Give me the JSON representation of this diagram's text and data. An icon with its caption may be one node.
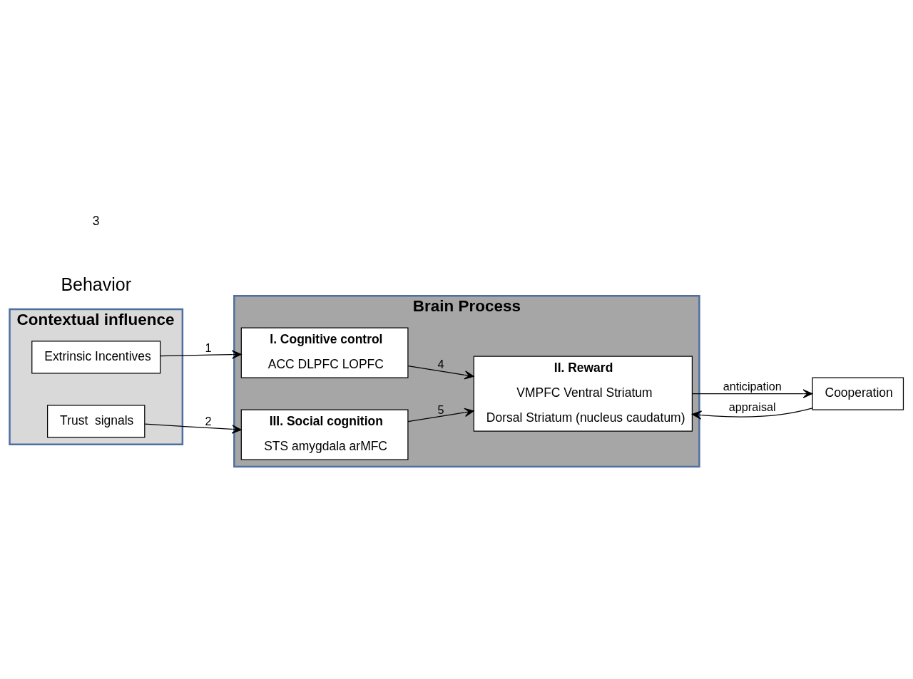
{
  "diagram": {
    "nodes": [
      {
        "text": [
          "Contextual influence"
        ]
      },
      {
        "text": [
          "Extrinsic Incentives"
        ],
        "in": 0
      },
      {
        "text": [
          "Trust  signals"
        ],
        "in": 0
      },
      {
        "text": [
          "Brain Process"
        ]
      },
      {
        "text": [
          "I. Cognitive control",
          "ACC DLPFC LOPFC"
        ],
        "in": 3
      },
      {
        "text": [
          "II. Reward",
          "VMPFC Ventral Striatum",
          "Dorsal Striatum (nucleus caudatum)"
        ],
        "in": 3
      },
      {
        "text": [
          "III. Social cognition",
          "STS amygdala arMFC"
        ],
        "in": 3
      },
      {
        "text": [
          "Cooperation"
        ]
      }
    ],
    "edges": [
      {
        "from": 1,
        "to": 4,
        "arrow": "to",
        "label": "1"
      },
      {
        "from": 2,
        "to": 6,
        "arrow": "to",
        "label": "2"
      },
      {
        "from": 4,
        "to": 5,
        "arrow": "to",
        "label": "4"
      },
      {
        "from": 6,
        "to": 5,
        "arrow": "to",
        "label": "5"
      },
      {
        "from": 5,
        "to": 7,
        "arrow": "to",
        "label": "anticipation"
      },
      {
        "from": 7,
        "to": 5,
        "arrow": "to",
        "label": "appraisal"
      }
    ],
    "labels": [
      "Behavior",
      "3"
    ]
  }
}
